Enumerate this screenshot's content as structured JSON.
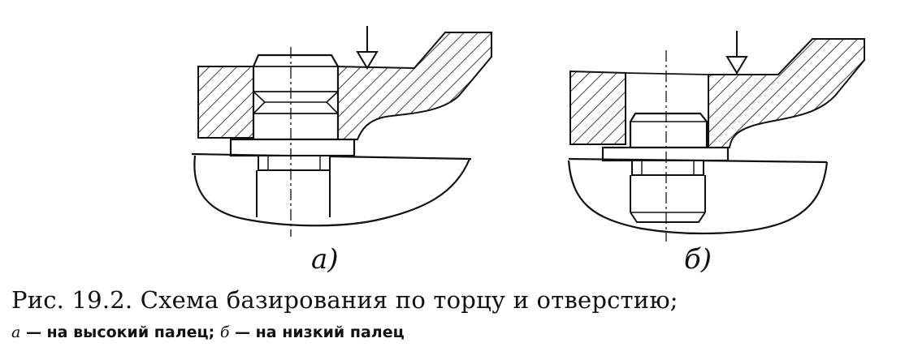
{
  "figure": {
    "label_a": "а)",
    "label_b": "б)"
  },
  "caption": {
    "title": "Рис. 19.2. Схема базирования по торцу и отверстию;",
    "line2_a_letter": "а",
    "line2_a_text": " — на высокий палец; ",
    "line2_b_letter": "б",
    "line2_b_text": " — на низкий палец"
  },
  "colors": {
    "ink": "#111111",
    "background": "#ffffff"
  }
}
